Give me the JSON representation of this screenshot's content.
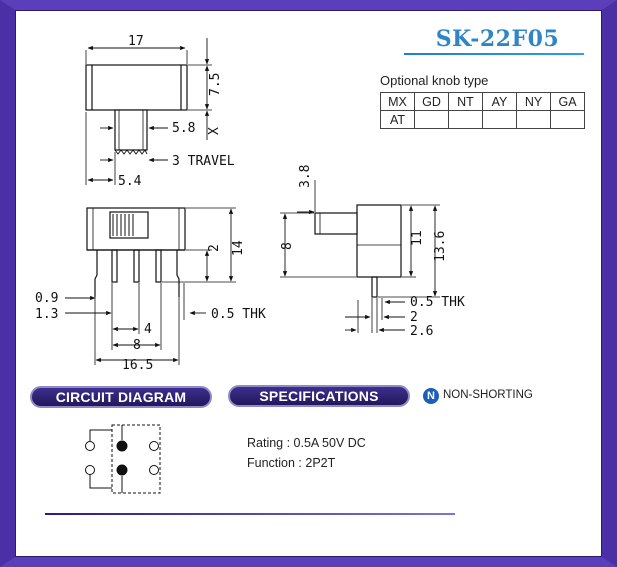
{
  "title": "SK-22F05",
  "knob": {
    "caption": "Optional knob type",
    "rows": [
      [
        "MX",
        "GD",
        "NT",
        "AY",
        "NY",
        "GA"
      ],
      [
        "AT",
        "",
        "",
        "",
        "",
        ""
      ]
    ]
  },
  "dims": {
    "top_width": "17",
    "knob_height": "7.5",
    "actuator_width": "5.8",
    "x_marker": "X",
    "travel": "3 TRAVEL",
    "actuator_offset": "5.4",
    "side_knob": "3.8",
    "side_height": "8",
    "side_body": "11",
    "side_total": "13.6",
    "front_pitch_v": "2",
    "front_height": "14",
    "pin_09": "0.9",
    "pin_13": "1.3",
    "thk_front": "0.5 THK",
    "pitch_4": "4",
    "pitch_8": "8",
    "width_165": "16.5",
    "thk_side": "0.5 THK",
    "side_2": "2",
    "side_26": "2.6"
  },
  "sections": {
    "circuit": "CIRCUIT DIAGRAM",
    "specs": "SPECIFICATIONS",
    "non_shorting": "NON-SHORTING"
  },
  "specs": {
    "rating": "Rating : 0.5A 50V DC",
    "function": "Function : 2P2T"
  },
  "colors": {
    "frame": "#4a2fa6",
    "title": "#2f86c7",
    "pill": "#2b1f6e"
  }
}
